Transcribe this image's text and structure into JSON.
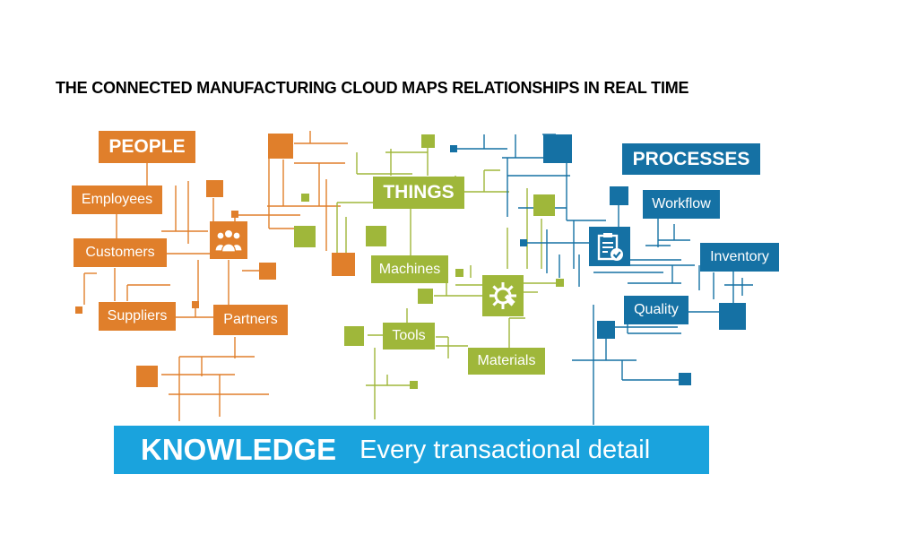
{
  "title": "THE CONNECTED MANUFACTURING CLOUD MAPS RELATIONSHIPS IN REAL TIME",
  "colors": {
    "people": "#e07f2b",
    "things": "#9fb73a",
    "processes": "#1571a4",
    "knowledge": "#1aa3dd"
  },
  "people": {
    "heading": "PEOPLE",
    "items": [
      "Employees",
      "Customers",
      "Suppliers",
      "Partners"
    ],
    "icon": "group-people-icon"
  },
  "things": {
    "heading": "THINGS",
    "items": [
      "Machines",
      "Tools",
      "Materials"
    ],
    "icon": "gear-icon"
  },
  "processes": {
    "heading": "PROCESSES",
    "items": [
      "Workflow",
      "Inventory",
      "Quality"
    ],
    "icon": "clipboard-check-icon"
  },
  "knowledge": {
    "heading": "KNOWLEDGE",
    "subtitle": "Every transactional detail"
  }
}
